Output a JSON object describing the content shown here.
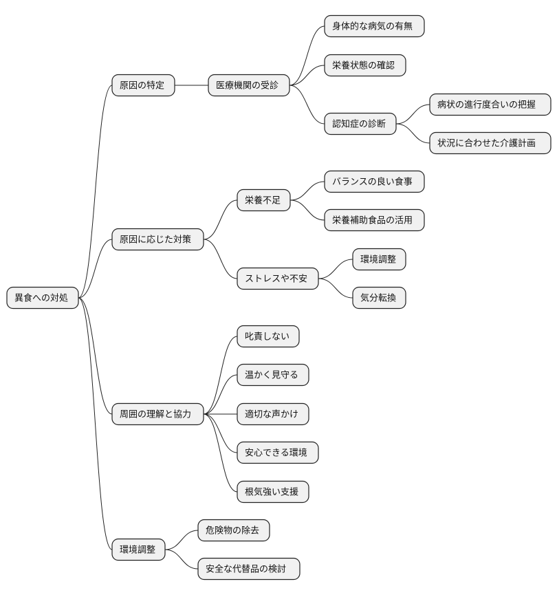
{
  "mindmap": {
    "root": {
      "label": "異食への対処",
      "children": [
        {
          "label": "原因の特定",
          "children": [
            {
              "label": "医療機関の受診",
              "children": [
                {
                  "label": "身体的な病気の有無"
                },
                {
                  "label": "栄養状態の確認"
                },
                {
                  "label": "認知症の診断",
                  "children": [
                    {
                      "label": "病状の進行度合いの把握"
                    },
                    {
                      "label": "状況に合わせた介護計画"
                    }
                  ]
                }
              ]
            }
          ]
        },
        {
          "label": "原因に応じた対策",
          "children": [
            {
              "label": "栄養不足",
              "children": [
                {
                  "label": "バランスの良い食事"
                },
                {
                  "label": "栄養補助食品の活用"
                }
              ]
            },
            {
              "label": "ストレスや不安",
              "children": [
                {
                  "label": "環境調整"
                },
                {
                  "label": "気分転換"
                }
              ]
            }
          ]
        },
        {
          "label": "周囲の理解と協力",
          "children": [
            {
              "label": "叱責しない"
            },
            {
              "label": "温かく見守る"
            },
            {
              "label": "適切な声かけ"
            },
            {
              "label": "安心できる環境"
            },
            {
              "label": "根気強い支援"
            }
          ]
        },
        {
          "label": "環境調整",
          "children": [
            {
              "label": "危険物の除去"
            },
            {
              "label": "安全な代替品の検討"
            }
          ]
        }
      ]
    }
  }
}
